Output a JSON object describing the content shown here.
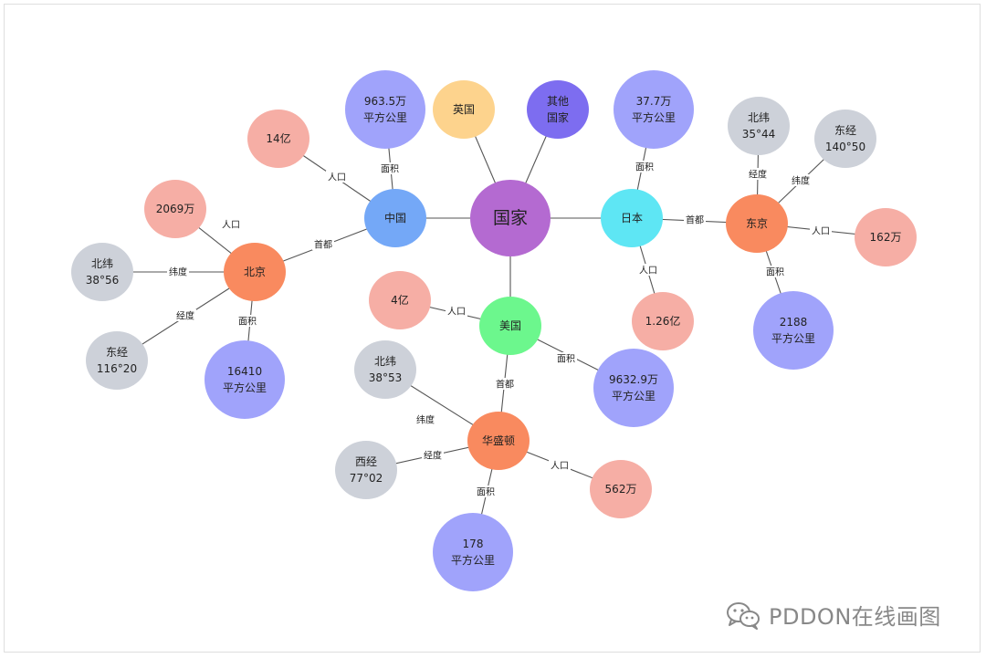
{
  "colors": {
    "root": "#b46ad1",
    "country_china": "#74a8f7",
    "country_japan": "#5ee6f4",
    "country_usa": "#6cf78d",
    "country_uk": "#fdd38d",
    "country_other": "#7d6df0",
    "capital": "#f98a5f",
    "area": "#a0a3fb",
    "population": "#f6aea5",
    "coordinate": "#cdd1d9"
  },
  "nodes": [
    {
      "id": "root",
      "lines": [
        "国家"
      ],
      "kind": "root"
    },
    {
      "id": "china",
      "lines": [
        "中国"
      ],
      "kind": "country_china"
    },
    {
      "id": "japan",
      "lines": [
        "日本"
      ],
      "kind": "country_japan"
    },
    {
      "id": "usa",
      "lines": [
        "美国"
      ],
      "kind": "country_usa"
    },
    {
      "id": "uk",
      "lines": [
        "英国"
      ],
      "kind": "country_uk"
    },
    {
      "id": "other",
      "lines": [
        "其他",
        "国家"
      ],
      "kind": "country_other"
    },
    {
      "id": "china_area",
      "lines": [
        "963.5万",
        "平方公里"
      ],
      "kind": "area"
    },
    {
      "id": "china_pop",
      "lines": [
        "14亿"
      ],
      "kind": "population"
    },
    {
      "id": "beijing",
      "lines": [
        "北京"
      ],
      "kind": "capital"
    },
    {
      "id": "bj_pop",
      "lines": [
        "2069万"
      ],
      "kind": "population"
    },
    {
      "id": "bj_lat",
      "lines": [
        "北纬",
        "38°56"
      ],
      "kind": "coordinate"
    },
    {
      "id": "bj_lon",
      "lines": [
        "东经",
        "116°20"
      ],
      "kind": "coordinate"
    },
    {
      "id": "bj_area",
      "lines": [
        "16410",
        "平方公里"
      ],
      "kind": "area"
    },
    {
      "id": "japan_area",
      "lines": [
        "37.7万",
        "平方公里"
      ],
      "kind": "area"
    },
    {
      "id": "japan_pop",
      "lines": [
        "1.26亿"
      ],
      "kind": "population"
    },
    {
      "id": "tokyo",
      "lines": [
        "东京"
      ],
      "kind": "capital"
    },
    {
      "id": "tk_lat",
      "lines": [
        "北纬",
        "35°44"
      ],
      "kind": "coordinate"
    },
    {
      "id": "tk_lon",
      "lines": [
        "东经",
        "140°50"
      ],
      "kind": "coordinate"
    },
    {
      "id": "tk_pop",
      "lines": [
        "162万"
      ],
      "kind": "population"
    },
    {
      "id": "tk_area",
      "lines": [
        "2188",
        "平方公里"
      ],
      "kind": "area"
    },
    {
      "id": "usa_pop",
      "lines": [
        "4亿"
      ],
      "kind": "population"
    },
    {
      "id": "usa_area",
      "lines": [
        "9632.9万",
        "平方公里"
      ],
      "kind": "area"
    },
    {
      "id": "washington",
      "lines": [
        "华盛顿"
      ],
      "kind": "capital"
    },
    {
      "id": "dc_lat",
      "lines": [
        "北纬",
        "38°53"
      ],
      "kind": "coordinate"
    },
    {
      "id": "dc_lon",
      "lines": [
        "西经",
        "77°02"
      ],
      "kind": "coordinate"
    },
    {
      "id": "dc_area",
      "lines": [
        "178",
        "平方公里"
      ],
      "kind": "area"
    },
    {
      "id": "dc_pop",
      "lines": [
        "562万"
      ],
      "kind": "population"
    }
  ],
  "edges": [
    {
      "from": "root",
      "to": "china",
      "label": ""
    },
    {
      "from": "root",
      "to": "japan",
      "label": ""
    },
    {
      "from": "root",
      "to": "usa",
      "label": ""
    },
    {
      "from": "root",
      "to": "uk",
      "label": ""
    },
    {
      "from": "root",
      "to": "other",
      "label": ""
    },
    {
      "from": "china",
      "to": "china_area",
      "label": "面积"
    },
    {
      "from": "china",
      "to": "china_pop",
      "label": "人口"
    },
    {
      "from": "china",
      "to": "beijing",
      "label": "首都"
    },
    {
      "from": "beijing",
      "to": "bj_pop",
      "label": "人口"
    },
    {
      "from": "beijing",
      "to": "bj_lat",
      "label": "纬度"
    },
    {
      "from": "beijing",
      "to": "bj_lon",
      "label": "经度"
    },
    {
      "from": "beijing",
      "to": "bj_area",
      "label": "面积"
    },
    {
      "from": "japan",
      "to": "japan_area",
      "label": "面积"
    },
    {
      "from": "japan",
      "to": "japan_pop",
      "label": "人口"
    },
    {
      "from": "japan",
      "to": "tokyo",
      "label": "首都"
    },
    {
      "from": "tokyo",
      "to": "tk_lat",
      "label": "经度"
    },
    {
      "from": "tokyo",
      "to": "tk_lon",
      "label": "纬度"
    },
    {
      "from": "tokyo",
      "to": "tk_pop",
      "label": "人口"
    },
    {
      "from": "tokyo",
      "to": "tk_area",
      "label": "面积"
    },
    {
      "from": "usa",
      "to": "usa_pop",
      "label": "人口"
    },
    {
      "from": "usa",
      "to": "usa_area",
      "label": "面积"
    },
    {
      "from": "usa",
      "to": "washington",
      "label": "首都"
    },
    {
      "from": "washington",
      "to": "dc_lat",
      "label": "纬度"
    },
    {
      "from": "washington",
      "to": "dc_lon",
      "label": "经度"
    },
    {
      "from": "washington",
      "to": "dc_area",
      "label": "面积"
    },
    {
      "from": "washington",
      "to": "dc_pop",
      "label": "人口"
    }
  ],
  "watermark": {
    "icon": "wechat-icon",
    "text": "PDDON在线画图"
  }
}
